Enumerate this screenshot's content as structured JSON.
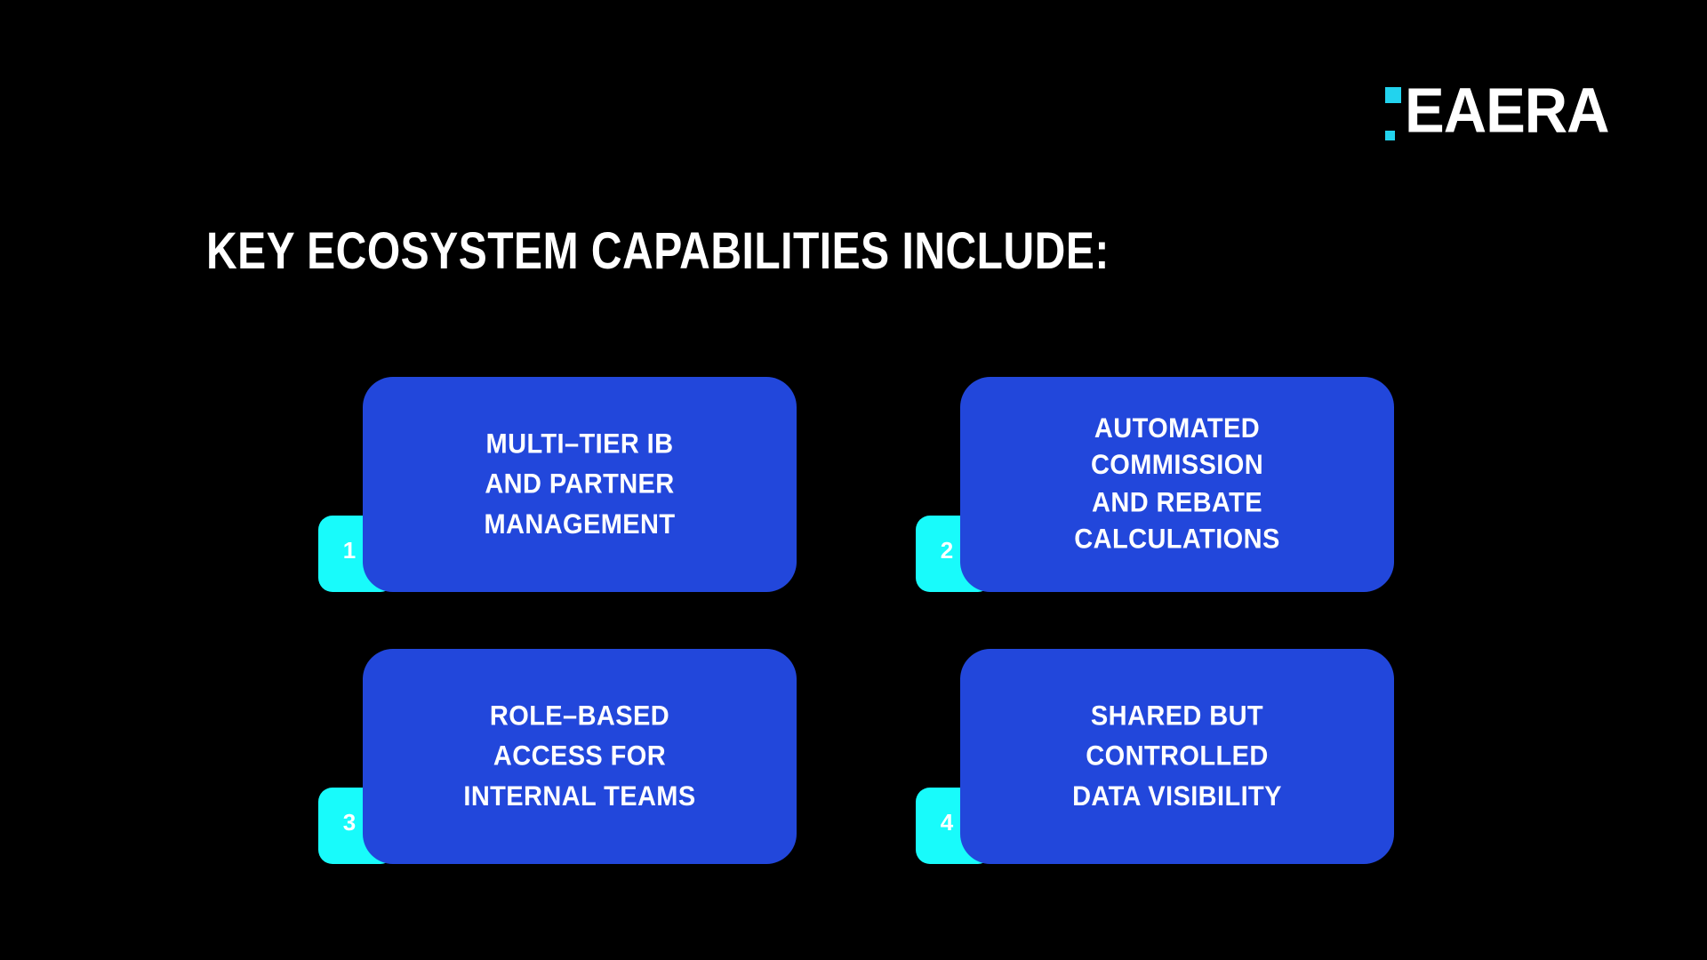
{
  "slide": {
    "background_color": "#000000",
    "title": "KEY ECOSYSTEM CAPABILITIES INCLUDE:"
  },
  "logo": {
    "wordmark": "EAERA",
    "accent_color": "#22d3ee",
    "text_color": "#ffffff",
    "mark_icon": "eaera-square-mark-icon"
  },
  "colors": {
    "card_blue": "#2247db",
    "badge_cyan": "#18fbfb",
    "text_white": "#ffffff"
  },
  "cards": [
    {
      "number": "1",
      "text": "MULTI–TIER IB\nAND PARTNER\nMANAGEMENT"
    },
    {
      "number": "2",
      "text": "AUTOMATED\nCOMMISSION\nAND REBATE\nCALCULATIONS"
    },
    {
      "number": "3",
      "text": "ROLE–BASED\nACCESS FOR\nINTERNAL TEAMS"
    },
    {
      "number": "4",
      "text": "SHARED BUT\nCONTROLLED\nDATA VISIBILITY"
    }
  ]
}
